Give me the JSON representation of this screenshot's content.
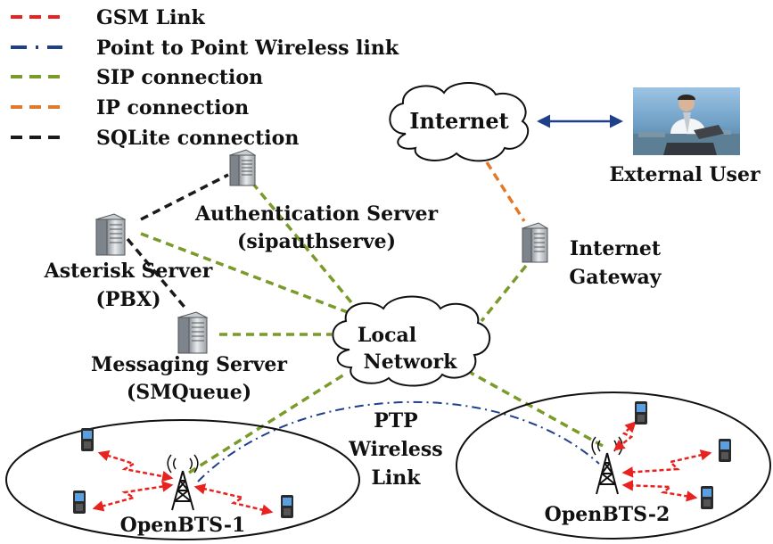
{
  "legend": [
    {
      "label": "GSM Link",
      "color": "#e8231f"
    },
    {
      "label": "Point to Point Wireless link",
      "color": "#1f3f8a"
    },
    {
      "label": "SIP connection",
      "color": "#7a9a2a"
    },
    {
      "label": "IP connection",
      "color": "#e07a2a"
    },
    {
      "label": "SQLite connection",
      "color": "#1a1a1a"
    }
  ],
  "nodes": {
    "internet": "Internet",
    "local_network": [
      "Local",
      "Network"
    ],
    "external_user": "External User",
    "auth_server": [
      "Authentication Server",
      "(sipauthserve)"
    ],
    "asterisk_server": [
      "Asterisk Server",
      "(PBX)"
    ],
    "messaging_server": [
      "Messaging Server",
      "(SMQueue)"
    ],
    "internet_gateway": [
      "Internet",
      "Gateway"
    ],
    "ptp_link": [
      "PTP",
      "Wireless",
      "Link"
    ],
    "bts1": "OpenBTS-1",
    "bts2": "OpenBTS-2"
  }
}
